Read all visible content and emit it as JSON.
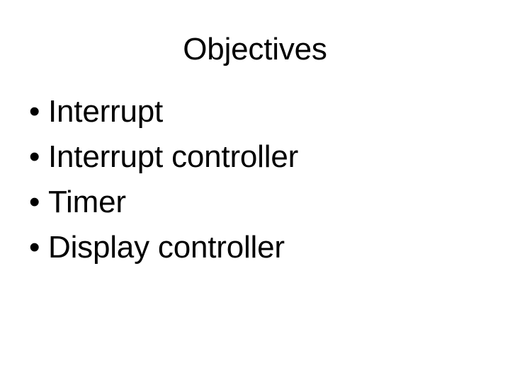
{
  "slide": {
    "title": "Objectives",
    "background_color": "#ffffff",
    "text_color": "#000000",
    "bullet_glyph": "•",
    "bullets": [
      {
        "label": "Interrupt"
      },
      {
        "label": "Interrupt controller"
      },
      {
        "label": "Timer"
      },
      {
        "label": "Display controller"
      }
    ]
  }
}
